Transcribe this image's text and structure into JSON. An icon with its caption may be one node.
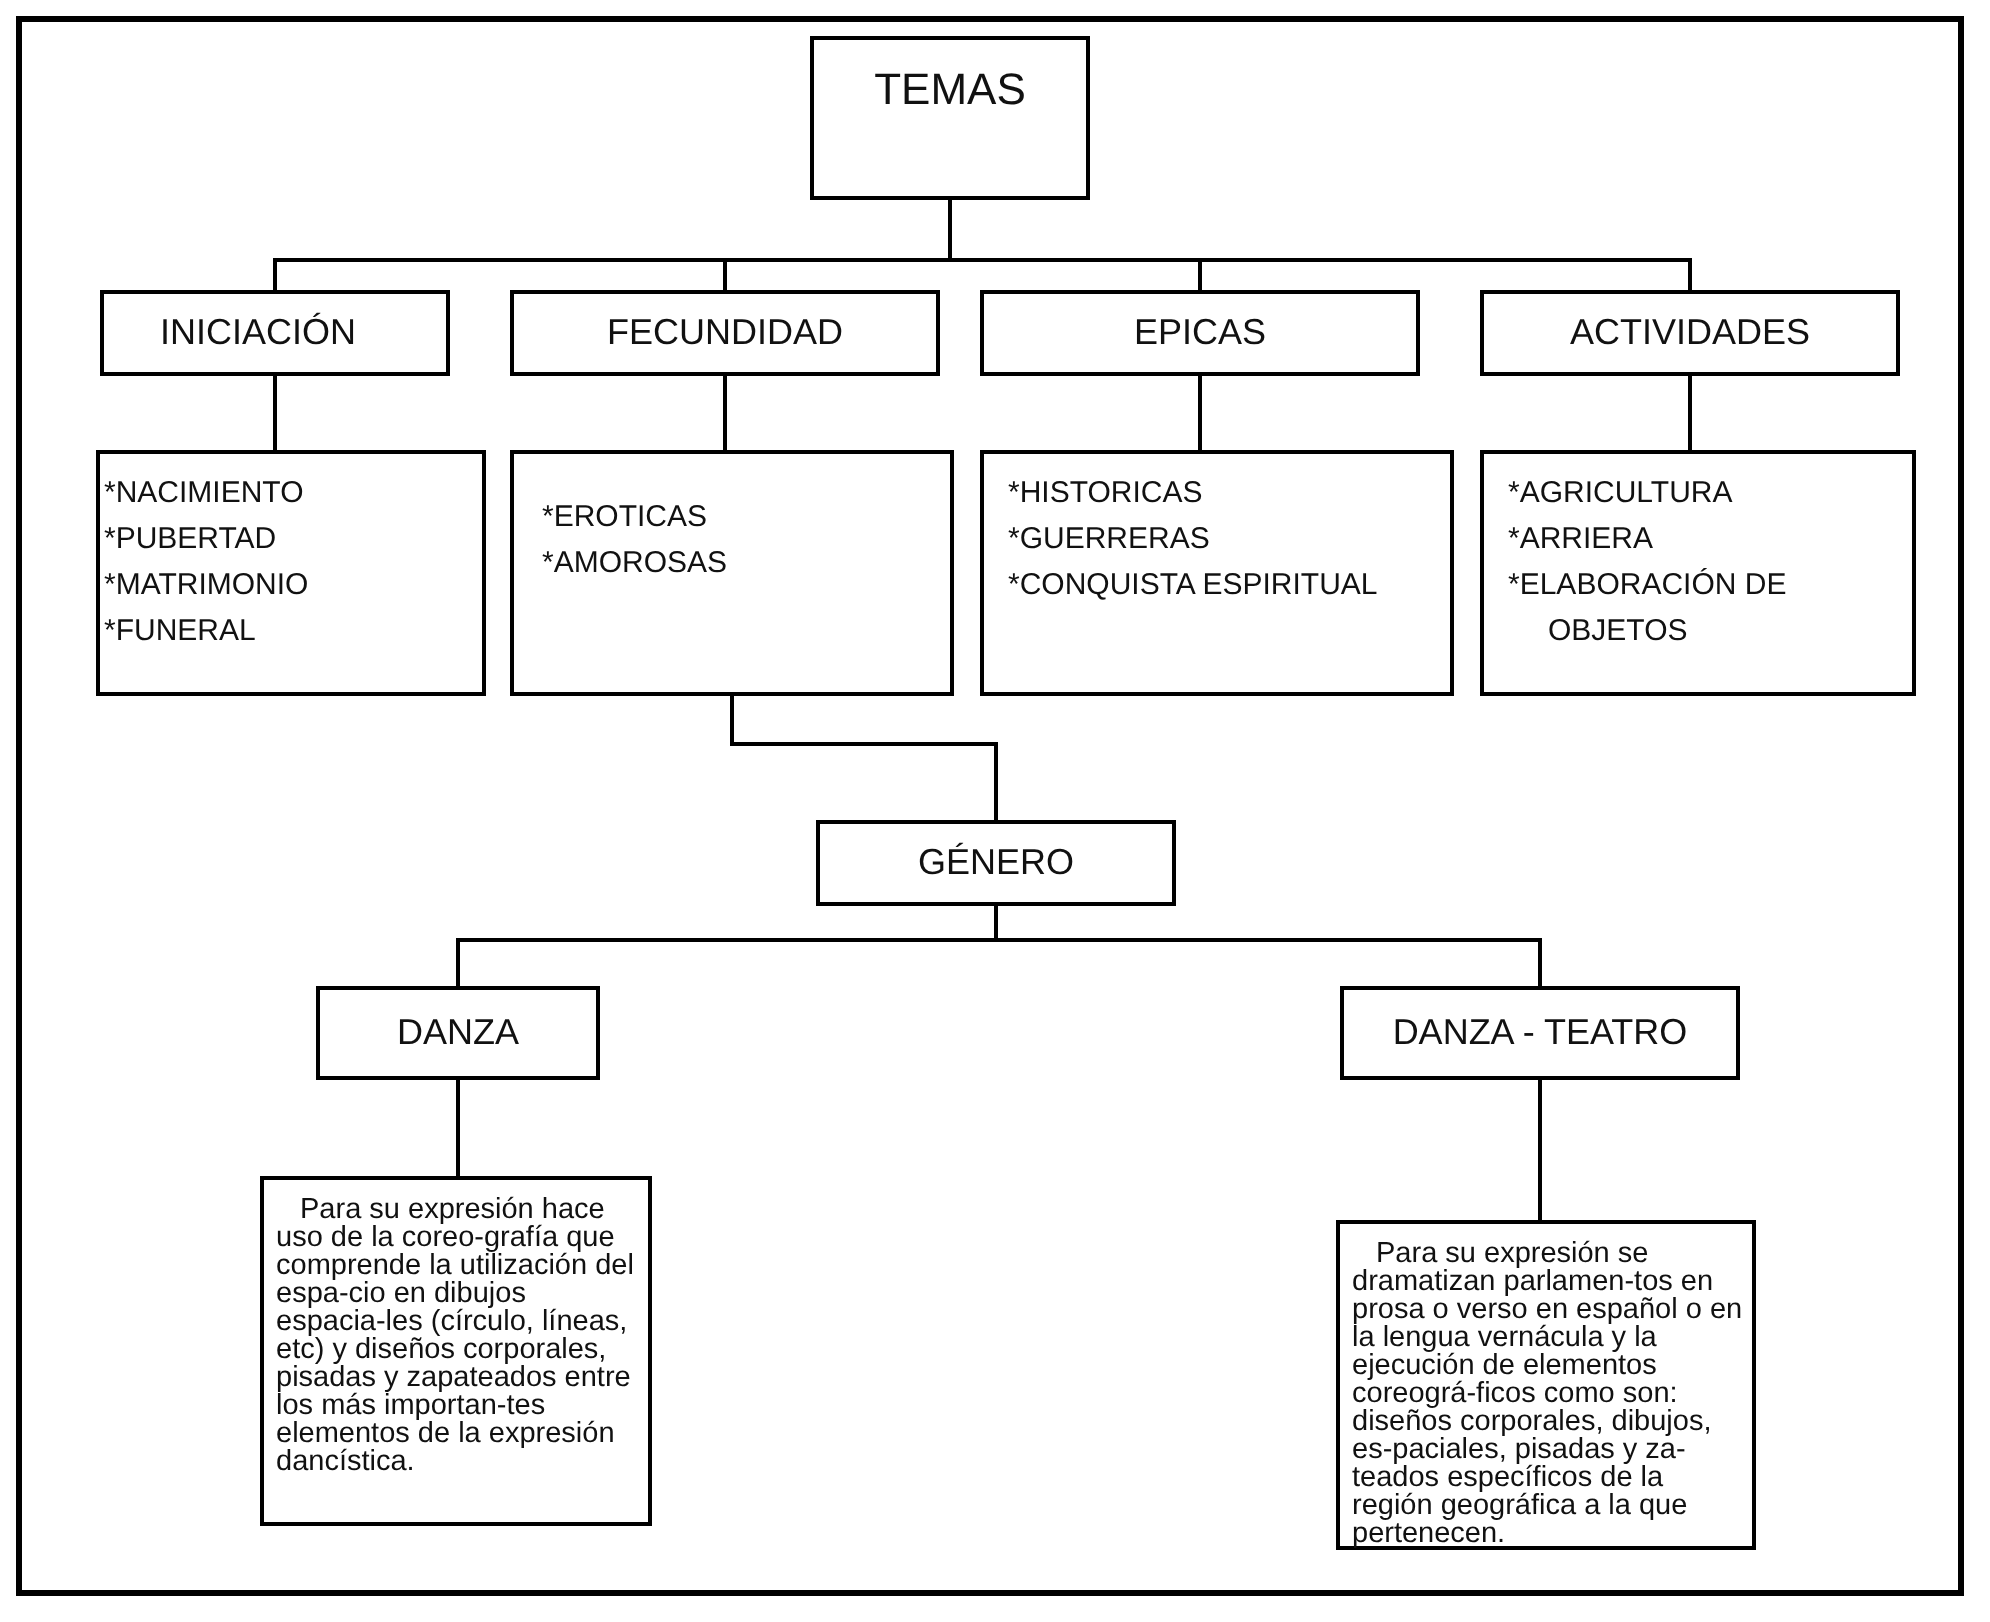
{
  "diagram": {
    "nodes": [
      {
        "text": [
          "TEMAS"
        ]
      },
      {
        "text": [
          "INICIACIÓN"
        ]
      },
      {
        "text": [
          "FECUNDIDAD"
        ]
      },
      {
        "text": [
          "EPICAS"
        ]
      },
      {
        "text": [
          "ACTIVIDADES"
        ]
      },
      {
        "text": [
          "*NACIMIENTO",
          "*PUBERTAD",
          "*MATRIMONIO",
          "*FUNERAL"
        ]
      },
      {
        "text": [
          "*EROTICAS",
          "*AMOROSAS"
        ]
      },
      {
        "text": [
          "*HISTORICAS",
          "*GUERRERAS",
          "*CONQUISTA ESPIRITUAL"
        ]
      },
      {
        "text": [
          "*AGRICULTURA",
          "*ARRIERA",
          "*ELABORACIÓN DE OBJETOS"
        ]
      },
      {
        "text": [
          "GÉNERO"
        ]
      },
      {
        "text": [
          "DANZA"
        ]
      },
      {
        "text": [
          "DANZA - TEATRO"
        ]
      },
      {
        "text": [
          "Para su expresión hace uso de la coreo-grafía que comprende la utilización del espa-cio en dibujos espacia-les (círculo, líneas, etc) y diseños corporales, pisadas y zapateados entre los más importan-tes elementos de la expresión dancística."
        ]
      },
      {
        "text": [
          "Para su expresión se dramatizan parlamen-tos en prosa o verso en español o en la lengua vernácula y la ejecución de elementos coreográ-ficos como son: diseños corporales, dibujos, es-paciales, pisadas y za-teados específicos de la región geográfica a la que pertenecen."
        ]
      }
    ],
    "edges": [
      {
        "from": 0,
        "to": 1,
        "arrow": "none"
      },
      {
        "from": 0,
        "to": 2,
        "arrow": "none"
      },
      {
        "from": 0,
        "to": 3,
        "arrow": "none"
      },
      {
        "from": 0,
        "to": 4,
        "arrow": "none"
      },
      {
        "from": 1,
        "to": 5,
        "arrow": "none"
      },
      {
        "from": 2,
        "to": 6,
        "arrow": "none"
      },
      {
        "from": 3,
        "to": 7,
        "arrow": "none"
      },
      {
        "from": 4,
        "to": 8,
        "arrow": "none"
      },
      {
        "from": 6,
        "to": 9,
        "arrow": "none"
      },
      {
        "from": 9,
        "to": 10,
        "arrow": "none"
      },
      {
        "from": 9,
        "to": 11,
        "arrow": "none"
      },
      {
        "from": 10,
        "to": 12,
        "arrow": "none"
      },
      {
        "from": 11,
        "to": 13,
        "arrow": "none"
      }
    ]
  }
}
